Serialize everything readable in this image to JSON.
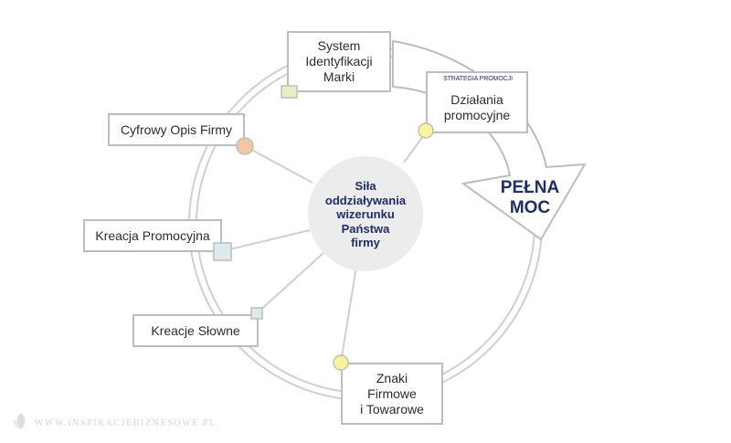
{
  "center": {
    "label": "Siła\noddziaływania\nwizerunku\nPaństwa\nfirmy"
  },
  "nodes": {
    "system": "System\nIdentyfikacji\nMarki",
    "dzialania": "Działania\npromocyjne",
    "cyfrowy": "Cyfrowy Opis Firmy",
    "kreacja_promocyjna": "Kreacja Promocyjna",
    "kreacje_slowne": "Kreacje Słowne",
    "znaki": "Znaki\nFirmowe\ni Towarowe"
  },
  "strategy_tag": "STRATEGIA PROMOCJI",
  "arrow": {
    "label": "PEŁNA\nMOC"
  },
  "watermark": "WWW.INSPIRACJEBIZNESOWE.PL",
  "icons": {
    "watermark": "leaf-icon"
  },
  "colors": {
    "circle_fill": "#ececec",
    "ring": "#cfcfcf",
    "box_border": "#bdbdbd",
    "text_dark": "#1e2d6b",
    "yellow_marker": "#f7f49a",
    "orange_marker": "#f3c7a2",
    "blue_marker": "#dcebee",
    "green_marker": "#e6efc2"
  }
}
